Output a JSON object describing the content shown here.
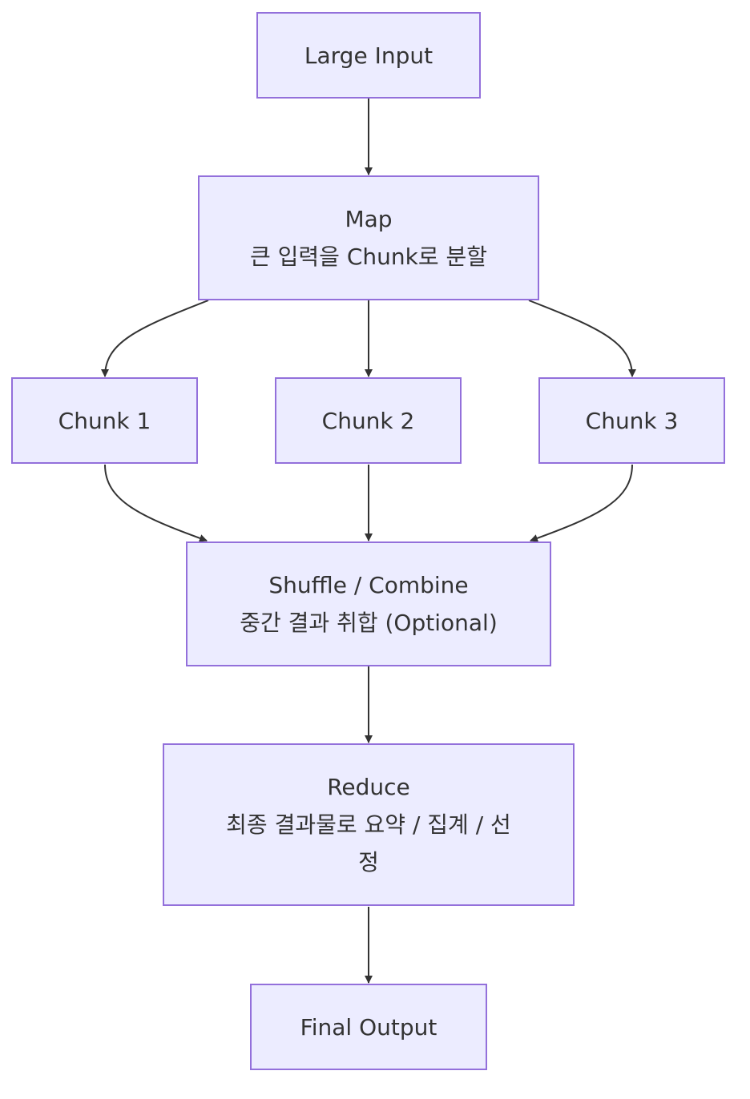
{
  "diagram": {
    "nodes": {
      "large_input": {
        "label": "Large Input"
      },
      "map": {
        "title": "Map",
        "subtitle": "큰 입력을 Chunk로 분할"
      },
      "chunk1": {
        "label": "Chunk 1"
      },
      "chunk2": {
        "label": "Chunk 2"
      },
      "chunk3": {
        "label": "Chunk 3"
      },
      "shuffle": {
        "title": "Shuffle / Combine",
        "subtitle": "중간 결과 취합 (Optional)"
      },
      "reduce": {
        "title": "Reduce",
        "subtitle_line1": "최종 결과물로 요약 / 집계 / 선",
        "subtitle_line2": "정"
      },
      "final_output": {
        "label": "Final Output"
      }
    },
    "edges": [
      {
        "from": "Large Input",
        "to": "Map"
      },
      {
        "from": "Map",
        "to": "Chunk 1"
      },
      {
        "from": "Map",
        "to": "Chunk 2"
      },
      {
        "from": "Map",
        "to": "Chunk 3"
      },
      {
        "from": "Chunk 1",
        "to": "Shuffle / Combine"
      },
      {
        "from": "Chunk 2",
        "to": "Shuffle / Combine"
      },
      {
        "from": "Chunk 3",
        "to": "Shuffle / Combine"
      },
      {
        "from": "Shuffle / Combine",
        "to": "Reduce"
      },
      {
        "from": "Reduce",
        "to": "Final Output"
      }
    ],
    "colors": {
      "node_fill": "#ececff",
      "node_border": "#9370db",
      "text": "#333333",
      "edge": "#333333"
    }
  }
}
